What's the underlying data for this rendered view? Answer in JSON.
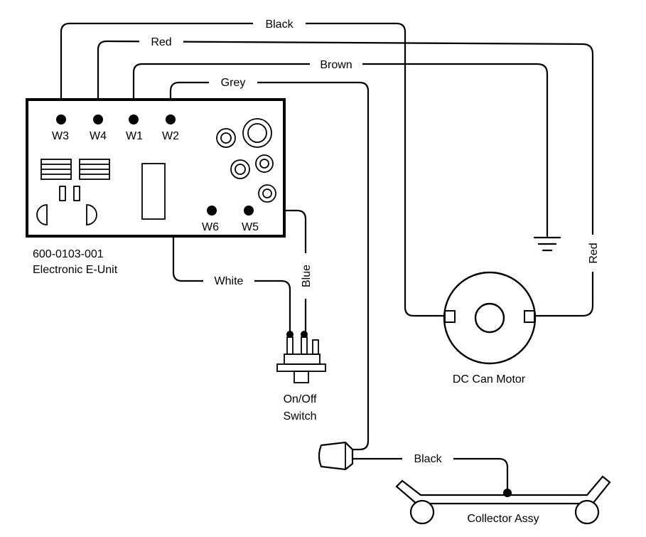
{
  "wires": {
    "black_top": "Black",
    "red_top": "Red",
    "brown": "Brown",
    "grey": "Grey",
    "white": "White",
    "blue": "Blue",
    "red_right": "Red",
    "black_bottom": "Black"
  },
  "terminals": {
    "w3": "W3",
    "w4": "W4",
    "w1": "W1",
    "w2": "W2",
    "w6": "W6",
    "w5": "W5"
  },
  "eunit": {
    "part_number": "600-0103-001",
    "name": "Electronic E-Unit"
  },
  "components": {
    "motor": "DC Can Motor",
    "switch_line1": "On/Off",
    "switch_line2": "Switch",
    "collector": "Collector Assy"
  }
}
